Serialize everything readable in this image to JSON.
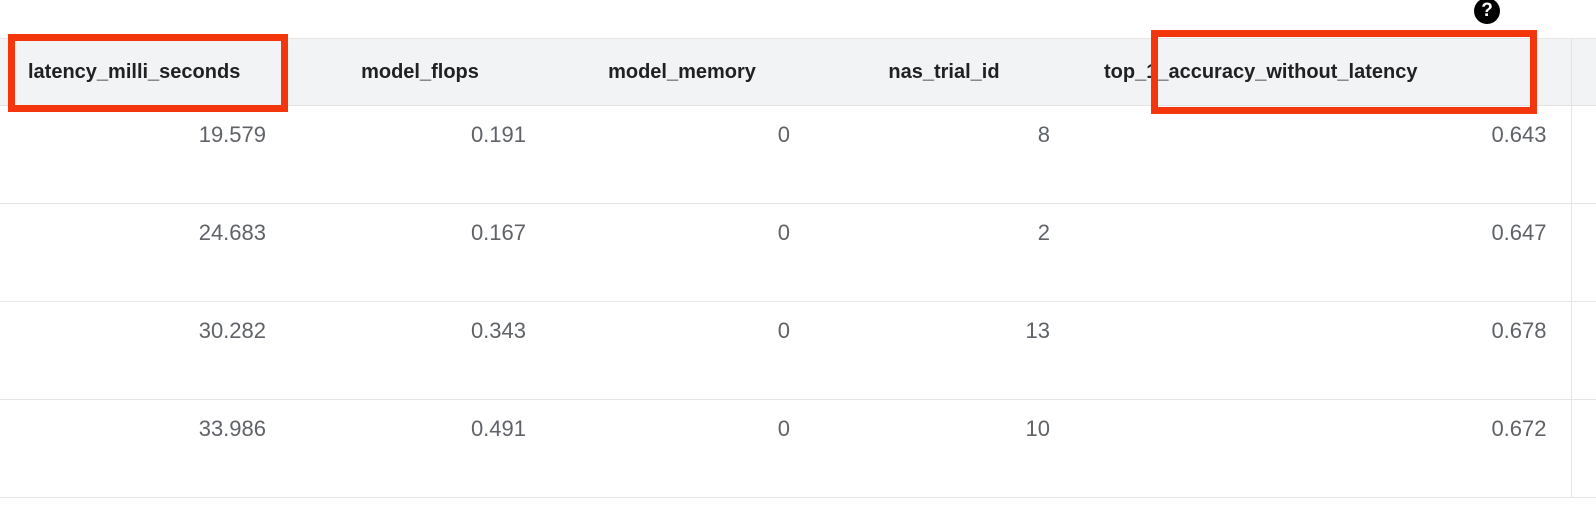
{
  "help": {
    "icon": "help-icon",
    "glyph": "?",
    "label": "?"
  },
  "highlights": {
    "color": "#f4360d",
    "targets": [
      "latency_milli_seconds",
      "top_1_accuracy_without_latency"
    ]
  },
  "table": {
    "columns": [
      {
        "key": "latency_milli_seconds",
        "label": "latency_milli_seconds",
        "align": "left"
      },
      {
        "key": "model_flops",
        "label": "model_flops",
        "align": "center"
      },
      {
        "key": "model_memory",
        "label": "model_memory",
        "align": "center"
      },
      {
        "key": "nas_trial_id",
        "label": "nas_trial_id",
        "align": "center"
      },
      {
        "key": "top_1_accuracy_without_latency",
        "label": "top_1_accuracy_without_latency",
        "align": "left"
      },
      {
        "key": "spacer",
        "label": "",
        "align": "left"
      }
    ],
    "rows": [
      {
        "latency_milli_seconds": "19.579",
        "model_flops": "0.191",
        "model_memory": "0",
        "nas_trial_id": "8",
        "top_1_accuracy_without_latency": "0.643",
        "spacer": ""
      },
      {
        "latency_milli_seconds": "24.683",
        "model_flops": "0.167",
        "model_memory": "0",
        "nas_trial_id": "2",
        "top_1_accuracy_without_latency": "0.647",
        "spacer": ""
      },
      {
        "latency_milli_seconds": "30.282",
        "model_flops": "0.343",
        "model_memory": "0",
        "nas_trial_id": "13",
        "top_1_accuracy_without_latency": "0.678",
        "spacer": ""
      },
      {
        "latency_milli_seconds": "33.986",
        "model_flops": "0.491",
        "model_memory": "0",
        "nas_trial_id": "10",
        "top_1_accuracy_without_latency": "0.672",
        "spacer": ""
      }
    ]
  },
  "colors": {
    "header_bg": "#f1f3f4",
    "header_text": "#202124",
    "cell_text": "#5f6368",
    "row_border": "#e3e5e7",
    "highlight": "#f4360d",
    "page_bg": "#ffffff"
  }
}
